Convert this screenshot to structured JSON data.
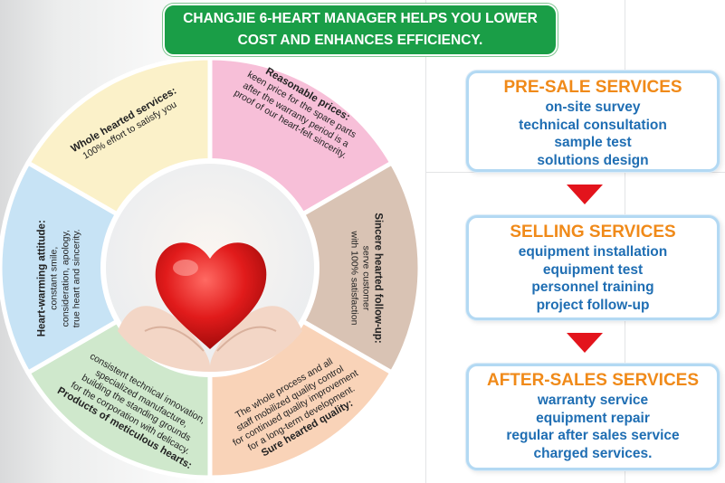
{
  "header": {
    "line1": "CHANGJIE 6-HEART MANAGER HELPS YOU LOWER",
    "line2": "COST AND ENHANCES EFFICIENCY."
  },
  "wheel": {
    "segments": [
      {
        "title": "Reasonable prices:",
        "desc": [
          "keen price for the spare parts",
          "after the warranty period is a",
          "proof of our heart-felt sincerity."
        ],
        "color": "#f7bfd8"
      },
      {
        "title": "Sincere hearted follow-up:",
        "desc": [
          "serve customer",
          "with 100% satisfaction"
        ],
        "color": "#d9c3b4"
      },
      {
        "title": "Sure hearted quality:",
        "desc": [
          "The whole process and all",
          "staff mobilized quality control",
          "for continued quality improvement",
          "for a long-term development."
        ],
        "color": "#f9d3b8"
      },
      {
        "title": "Products of meticulous hearts:",
        "desc": [
          "consistent technical innovation,",
          "specialized manufacture,",
          "building the standing grounds",
          "for the corporation with delicacy."
        ],
        "color": "#cfe8cc"
      },
      {
        "title": "Heart-warming attitude:",
        "desc": [
          "constant smile,",
          "consideration, apology,",
          "true heart and sincerity."
        ],
        "color": "#c7e3f5"
      },
      {
        "title": "Whole hearted services:",
        "desc": [
          "100% effort to satisfy you"
        ],
        "color": "#fbf1c9"
      }
    ]
  },
  "panels": [
    {
      "title": "PRE-SALE SERVICES",
      "items": [
        "on-site survey",
        "technical consultation",
        "sample test",
        "solutions design"
      ]
    },
    {
      "title": "SELLING SERVICES",
      "items": [
        "equipment installation",
        "equipment test",
        "personnel training",
        "project follow-up"
      ]
    },
    {
      "title": "AFTER-SALES SERVICES",
      "items": [
        "warranty service",
        "equipment repair",
        "regular after sales service",
        "charged services."
      ]
    }
  ],
  "icons": {
    "center": "heart-in-hands-icon",
    "flow": "red-down-arrow-icon"
  },
  "colors": {
    "header_bg": "#1a9e47",
    "panel_title": "#f08a19",
    "panel_text": "#1f6eb3",
    "arrow": "#e3141c",
    "panel_border": "#b3d9f3"
  }
}
